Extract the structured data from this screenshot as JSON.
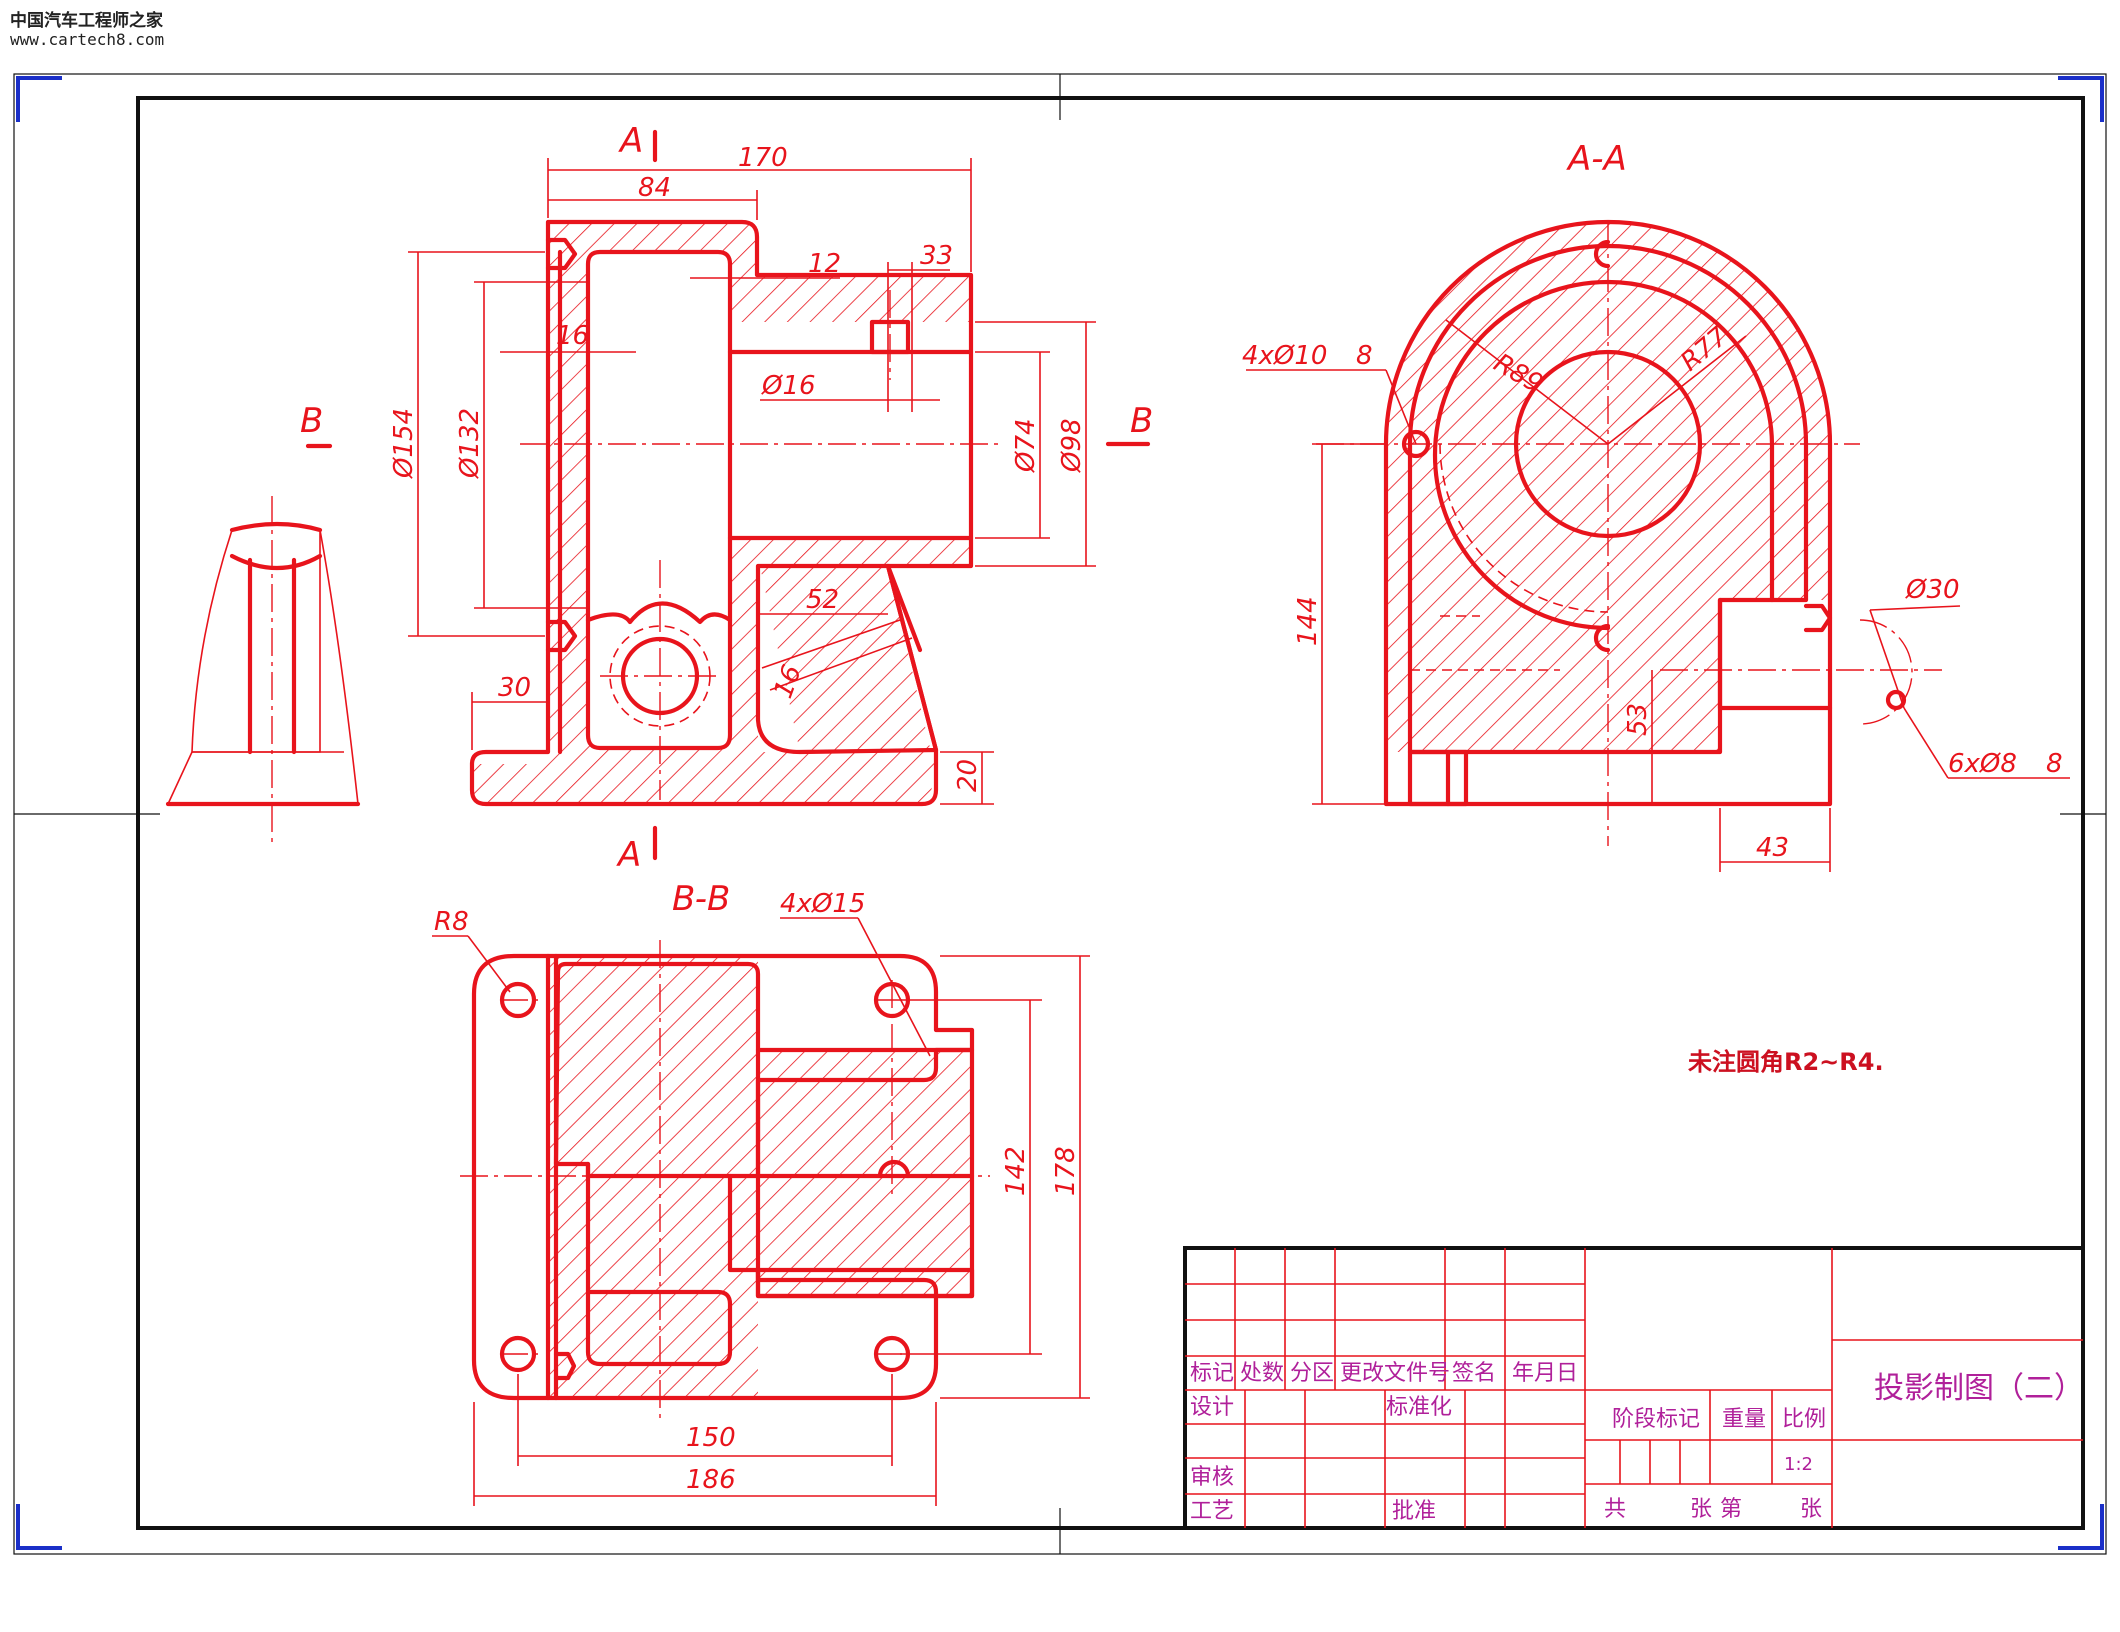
{
  "watermark": {
    "line1": "中国汽车工程师之家",
    "line2": "www.cartech8.com"
  },
  "section_labels": {
    "a_top": "A",
    "a_bottom": "A",
    "b_left": "B",
    "b_right": "B",
    "section_aa": "A-A",
    "section_bb": "B-B"
  },
  "front_view_dims": {
    "d170": "170",
    "d84": "84",
    "d12": "12",
    "d33": "33",
    "d16_wall": "16",
    "d16_hole": "Ø16",
    "d154": "Ø154",
    "d132": "Ø132",
    "d74": "Ø74",
    "d98": "Ø98",
    "d52": "52",
    "d16_rib": "16",
    "d30": "30",
    "d20": "20"
  },
  "section_aa_dims": {
    "holes_top": "4xØ10",
    "holes_top_depth": "8",
    "r89": "R89",
    "r77": "R77",
    "d144": "144",
    "d53": "53",
    "d43": "43",
    "d30": "Ø30",
    "holes_flange": "6xØ8",
    "holes_flange_depth": "8"
  },
  "section_bb_dims": {
    "r8": "R8",
    "holes": "4xØ15",
    "d142": "142",
    "d178": "178",
    "d150": "150",
    "d186": "186"
  },
  "note": "未注圆角R2~R4.",
  "title_block": {
    "headers": [
      "标记",
      "处数",
      "分区",
      "更改文件号",
      "签名",
      "年月日"
    ],
    "design": "设计",
    "standardization": "标准化",
    "review": "审核",
    "process": "工艺",
    "approve": "批准",
    "stage_mark": "阶段标记",
    "weight": "重量",
    "scale": "比例",
    "scale_value": "1:2",
    "total": "共",
    "sheets": "张",
    "page": "第",
    "sheet": "张",
    "title": "投影制图（二）"
  },
  "colors": {
    "line": "#e8141c",
    "title_text": "#b0209a",
    "frame": "#111111",
    "corner_marks": "#1a2fc8"
  }
}
